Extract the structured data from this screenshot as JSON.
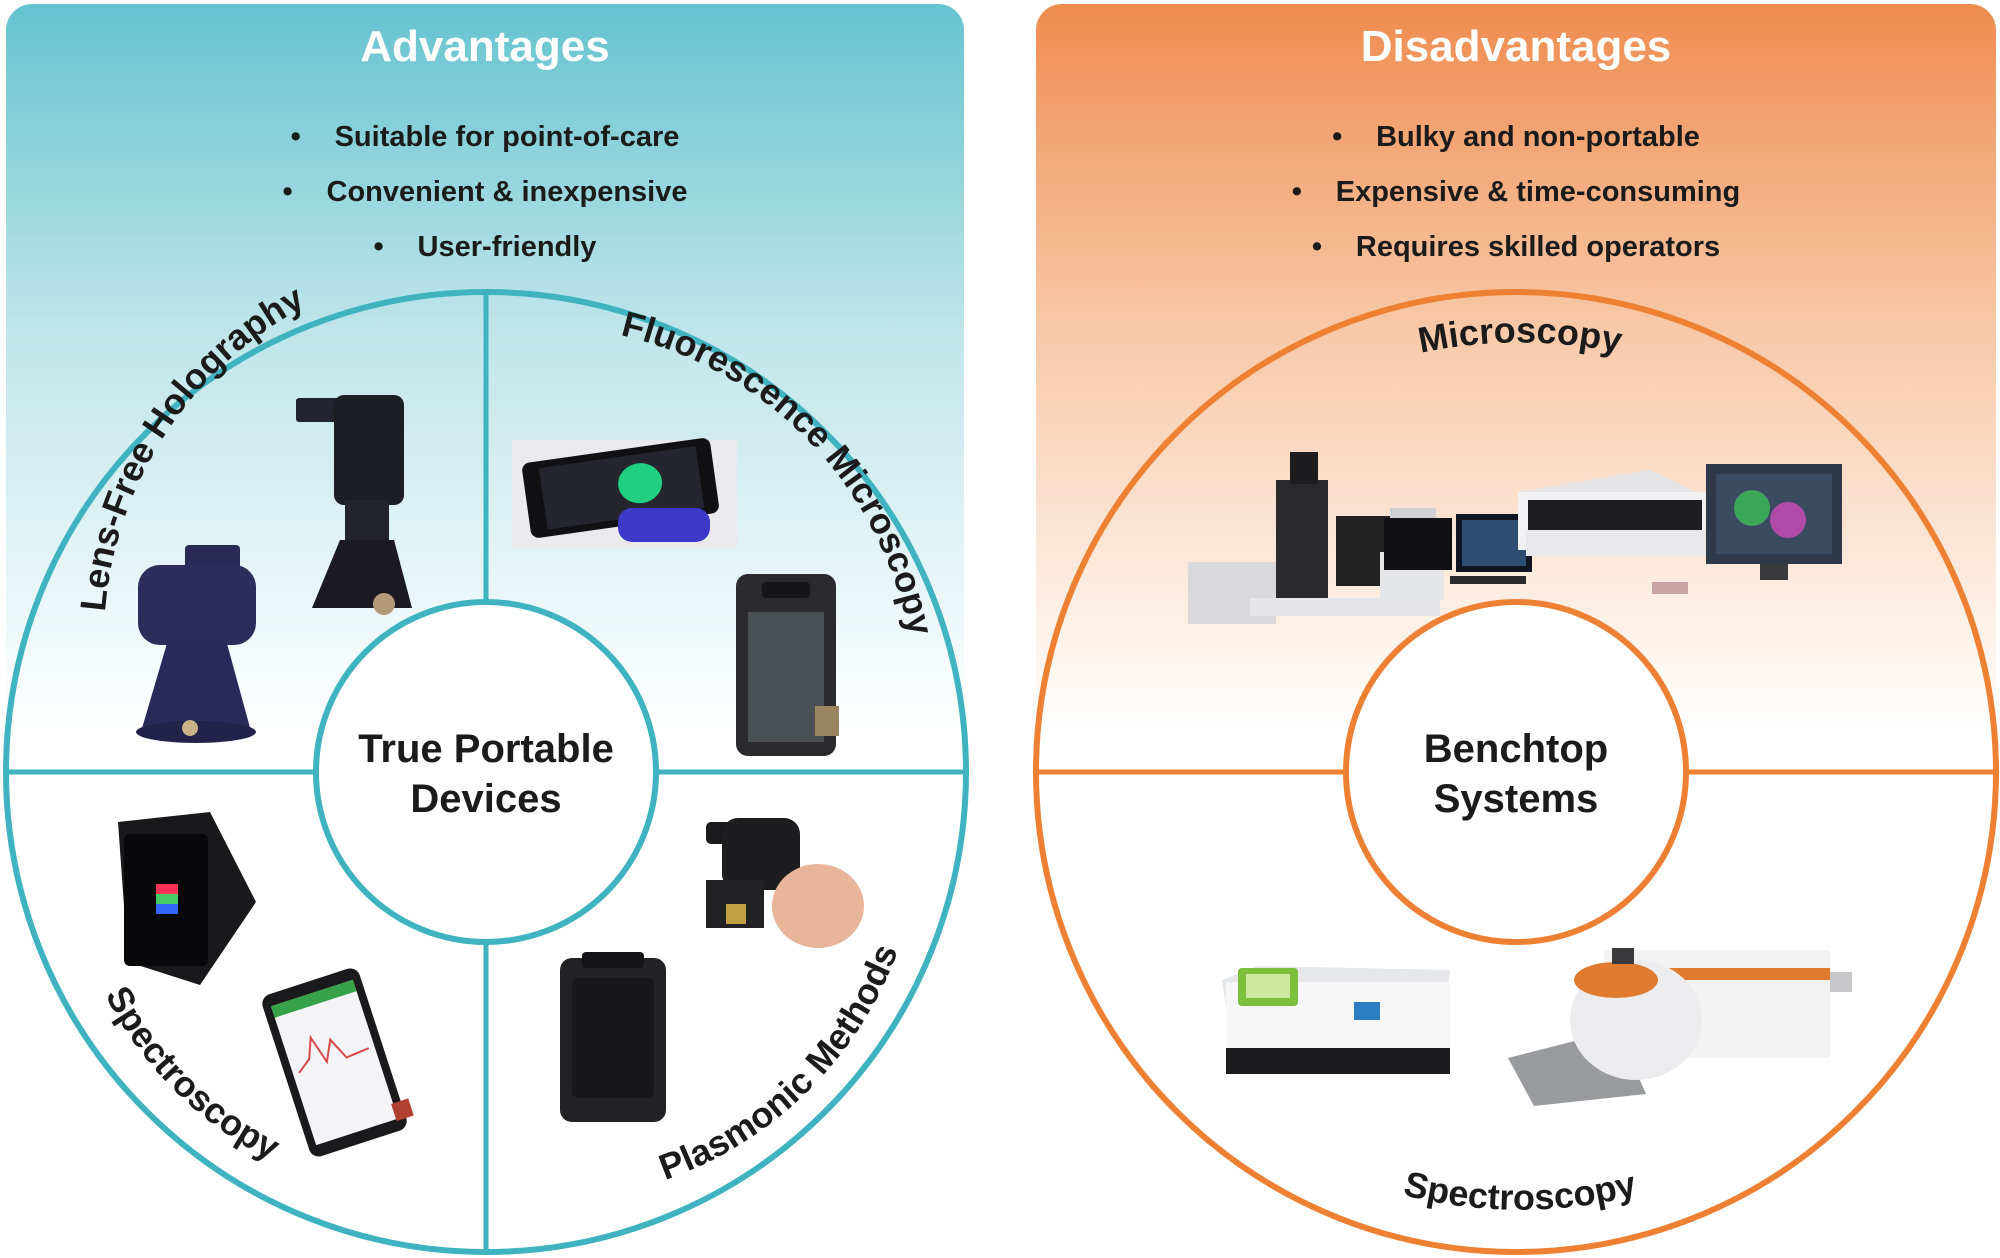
{
  "advantages": {
    "title": "Advantages",
    "bullets": [
      "Suitable for point-of-care",
      "Convenient & inexpensive",
      "User-friendly"
    ],
    "accent_color": "#3fb3c0"
  },
  "disadvantages": {
    "title": "Disadvantages",
    "bullets": [
      "Bulky and non-portable",
      "Expensive & time-consuming",
      "Requires skilled operators"
    ],
    "accent_color": "#ee8033"
  },
  "portable": {
    "center_line1": "True Portable",
    "center_line2": "Devices",
    "quadrants": {
      "top_left": "Lens-Free Holography",
      "top_right": "Fluorescence Microscopy",
      "bottom_left": "Spectroscopy",
      "bottom_right": "Plasmonic Methods"
    }
  },
  "benchtop": {
    "center_line1": "Benchtop",
    "center_line2": "Systems",
    "top_label": "Microscopy",
    "bottom_label": "Spectroscopy"
  }
}
